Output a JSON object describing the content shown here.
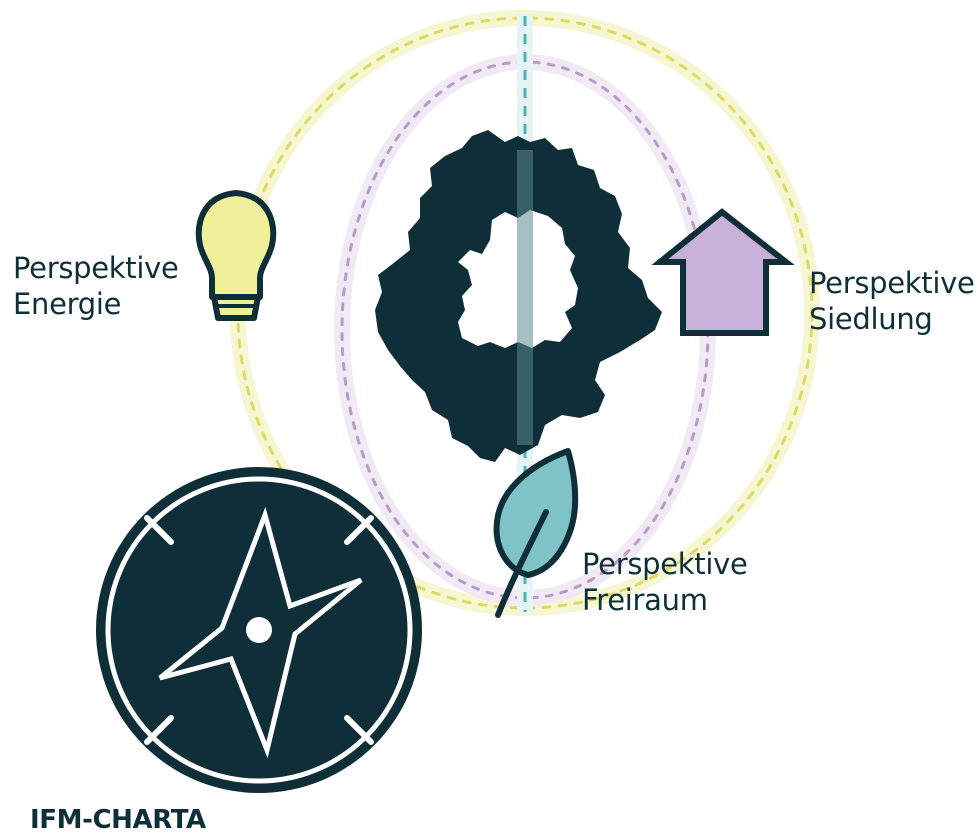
{
  "perspectives": {
    "energie": {
      "line1": "Perspektive",
      "line2": "Energie",
      "color": "#f1f09a",
      "icon": "light-bulb-icon"
    },
    "siedlung": {
      "line1": "Perspektive",
      "line2": "Siedlung",
      "color": "#c8b0d8",
      "icon": "house-arrow-icon"
    },
    "freiraum": {
      "line1": "Perspektive",
      "line2": "Freiraum",
      "color": "#7fc3c6",
      "icon": "leaf-icon"
    }
  },
  "charta": {
    "title": "IFM-CHARTA",
    "icon": "compass-icon"
  },
  "colors": {
    "dark": "#0f2f38",
    "ring_yellow": "#f7f6d2",
    "ring_purple": "#f1e9f4",
    "axis_teal": "#bfe3e5"
  }
}
